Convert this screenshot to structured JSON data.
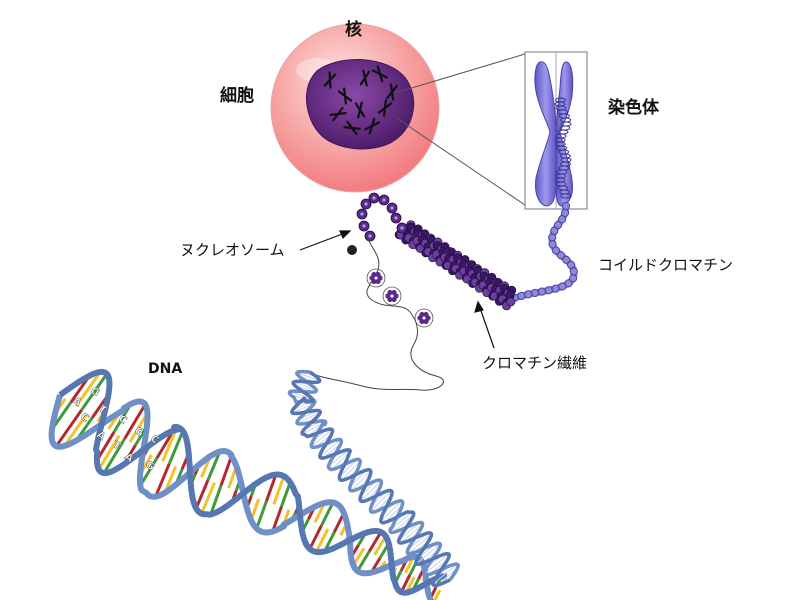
{
  "labels": {
    "nucleus": "核",
    "cell": "細胞",
    "chromosome": "染色体",
    "nucleosome": "ヌクレオソーム",
    "coiled_chromatin": "コイルドクロマチン",
    "chromatin_fiber": "クロマチン繊維",
    "dna": "DNA"
  },
  "base_letters": [
    "A",
    "G",
    "C",
    "T",
    "A",
    "C",
    "T",
    "G",
    "A",
    "C",
    "G"
  ],
  "colors": {
    "cell_outer": "#f7aaa8",
    "cell_inner": "#f27c82",
    "nucleus": "#6a2f8a",
    "nucleus_dark": "#3f1556",
    "chromosome": "#7b74d6",
    "chromatin": "#3a1667",
    "dna_backbone": "#6f8fc7",
    "base_red": "#b3282d",
    "base_yellow": "#f2c12e",
    "base_green": "#3e9a3a",
    "base_white": "#ffffff"
  }
}
